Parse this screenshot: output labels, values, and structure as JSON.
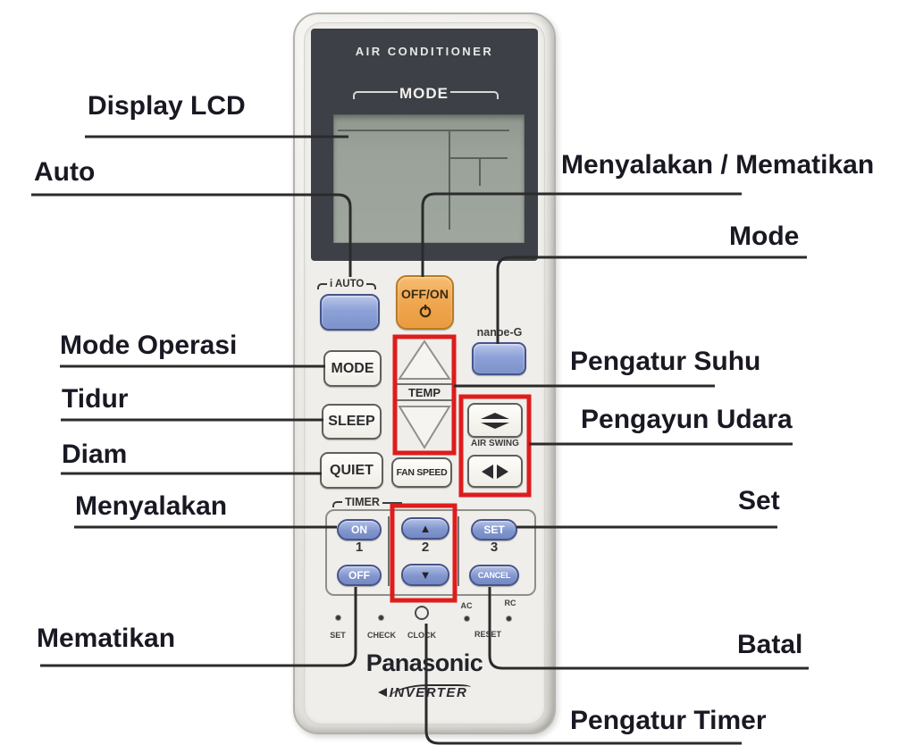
{
  "callouts": {
    "display_lcd": "Display LCD",
    "auto": "Auto",
    "power": "Menyalakan / Mematikan",
    "mode": "Mode",
    "mode_operasi": "Mode Operasi",
    "tidur": "Tidur",
    "diam": "Diam",
    "menyalakan": "Menyalakan",
    "pengatur_suhu": "Pengatur Suhu",
    "pengayun_udara": "Pengayun Udara",
    "set": "Set",
    "mematikan": "Mematikan",
    "batal": "Batal",
    "pengatur_timer": "Pengatur Timer"
  },
  "remote": {
    "header": "AIR CONDITIONER",
    "mode_bracket_label": "MODE",
    "i_auto_label": "i AUTO",
    "off_on_label": "OFF/ON",
    "nanoe_label": "nanoe-G",
    "mode_button": "MODE",
    "temp_label": "TEMP",
    "sleep_button": "SLEEP",
    "quiet_button": "QUIET",
    "fan_speed_button": "FAN SPEED",
    "air_swing_label": "AIR SWING",
    "timer": {
      "label": "TIMER",
      "on": "ON",
      "off": "OFF",
      "set": "SET",
      "cancel": "CANCEL",
      "num1": "1",
      "num2": "2",
      "num3": "3"
    },
    "indicators": {
      "set": "SET",
      "check": "CHECK",
      "clock": "CLOCK",
      "ac": "AC",
      "rc": "RC",
      "reset": "RESET"
    },
    "brand": "Panasonic",
    "logo": "INVERTER"
  },
  "icons": {
    "power_icon": "⏻",
    "swing_vertical_icon": "⯅⯆",
    "swing_horizontal_icon": "◀▶",
    "temp_up_icon": "△",
    "temp_down_icon": "▽",
    "timer_up_icon": "▲",
    "timer_down_icon": "▼"
  },
  "colors": {
    "highlight_box": "#de1c1c",
    "callout_line": "#2b2b2b",
    "label_text": "#191923",
    "button_blue": "#8ca1d7",
    "button_orange": "#efa54e",
    "panel_dark": "#3d4046",
    "lcd_green": "#9aa29a"
  }
}
